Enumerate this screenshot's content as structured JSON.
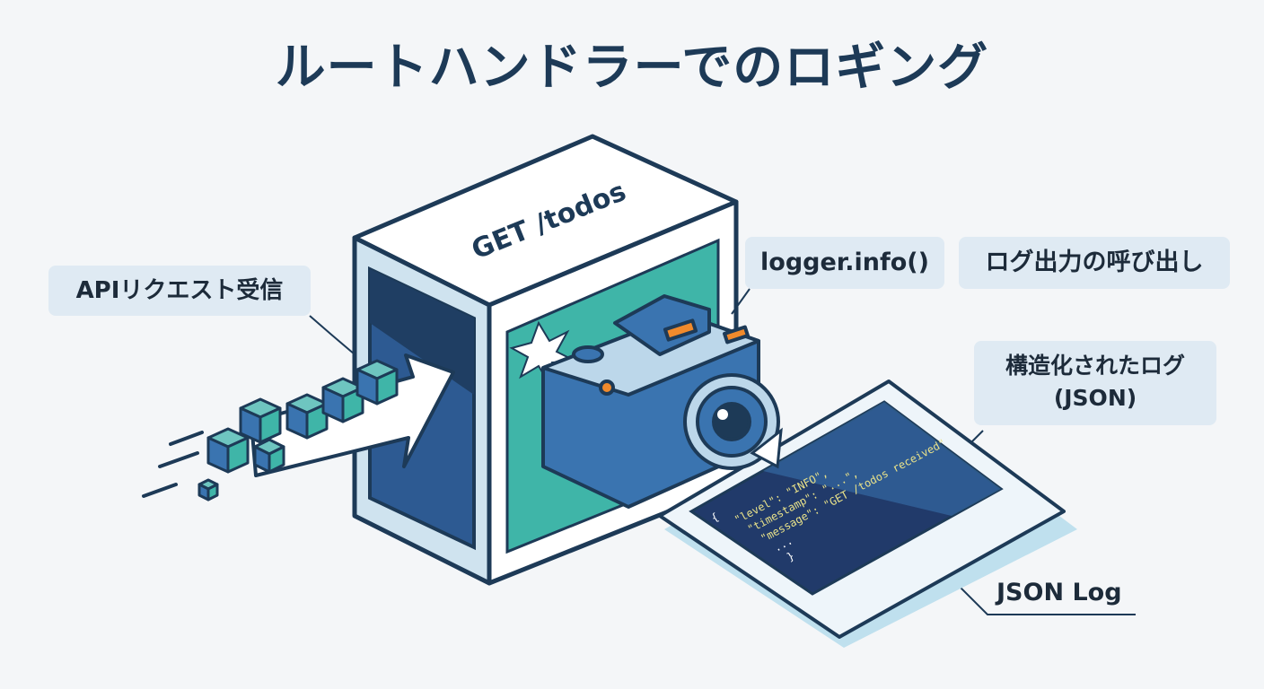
{
  "title": "ルートハンドラーでのロギング",
  "box_label": "GET /todos",
  "labels": {
    "api_request": "APIリクエスト受信",
    "logger_call": "logger.info()",
    "log_output_call": "ログ出力の呼び出し",
    "structured_log_line1": "構造化されたログ",
    "structured_log_line2": "(JSON)",
    "json_log": "JSON Log"
  },
  "json_lines": {
    "open": "{",
    "level": "\"level\": \"INFO\",",
    "timestamp": "\"timestamp\": \"...\",",
    "message": "\"message\": \"GET /todos received\"",
    "ellipsis": "...",
    "close": "}"
  },
  "colors": {
    "title": "#1d3a57",
    "outline": "#1d3a57",
    "teal": "#3fb5a8",
    "blue": "#3a74b0",
    "label_bg": "#dfeaf3"
  }
}
